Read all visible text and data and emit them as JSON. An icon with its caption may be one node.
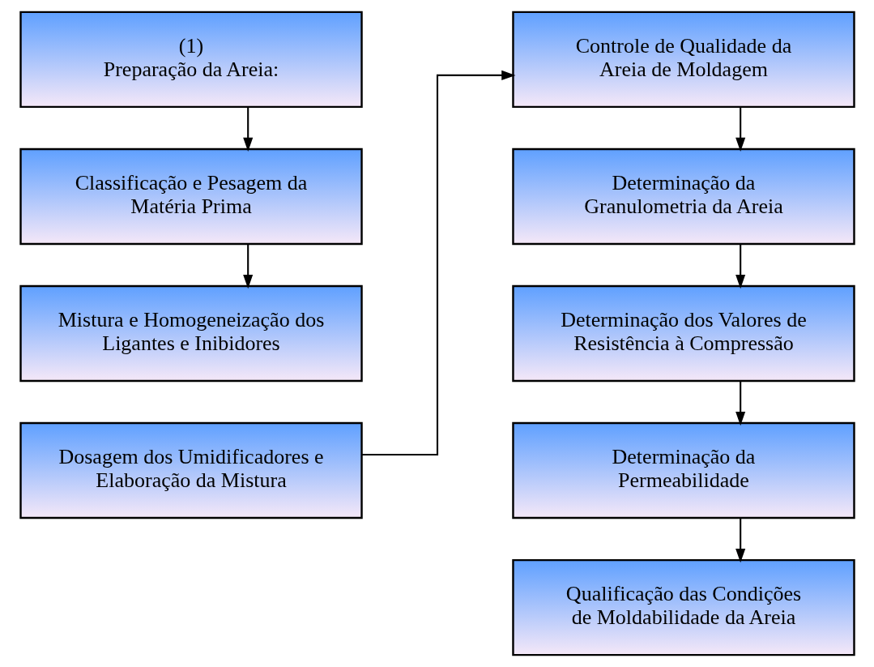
{
  "diagram": {
    "nodes": [
      {
        "text": [
          "(1)",
          "Preparação da Areia:"
        ]
      },
      {
        "text": [
          "Classificação e Pesagem da Matéria Prima"
        ]
      },
      {
        "text": [
          "Mistura e Homogeneização dos Ligantes e Inibidores"
        ]
      },
      {
        "text": [
          "Dosagem dos Umidificadores e Elaboração da Mistura"
        ]
      },
      {
        "text": [
          "Controle de Qualidade da Areia de Moldagem"
        ]
      },
      {
        "text": [
          "Determinação da Granulometria da Areia"
        ]
      },
      {
        "text": [
          "Determinação dos Valores de Resistência à Compressão"
        ]
      },
      {
        "text": [
          "Determinação da Permeabilidade"
        ]
      },
      {
        "text": [
          "Qualificação das Condições de Moldabilidade da Areia"
        ]
      }
    ],
    "edges": [
      {
        "from": 0,
        "to": 1,
        "arrow": "to"
      },
      {
        "from": 1,
        "to": 2,
        "arrow": "to"
      },
      {
        "from": 3,
        "to": 4,
        "arrow": "to"
      },
      {
        "from": 4,
        "to": 5,
        "arrow": "to"
      },
      {
        "from": 5,
        "to": 6,
        "arrow": "to"
      },
      {
        "from": 6,
        "to": 7,
        "arrow": "to"
      },
      {
        "from": 7,
        "to": 8,
        "arrow": "to"
      }
    ]
  }
}
